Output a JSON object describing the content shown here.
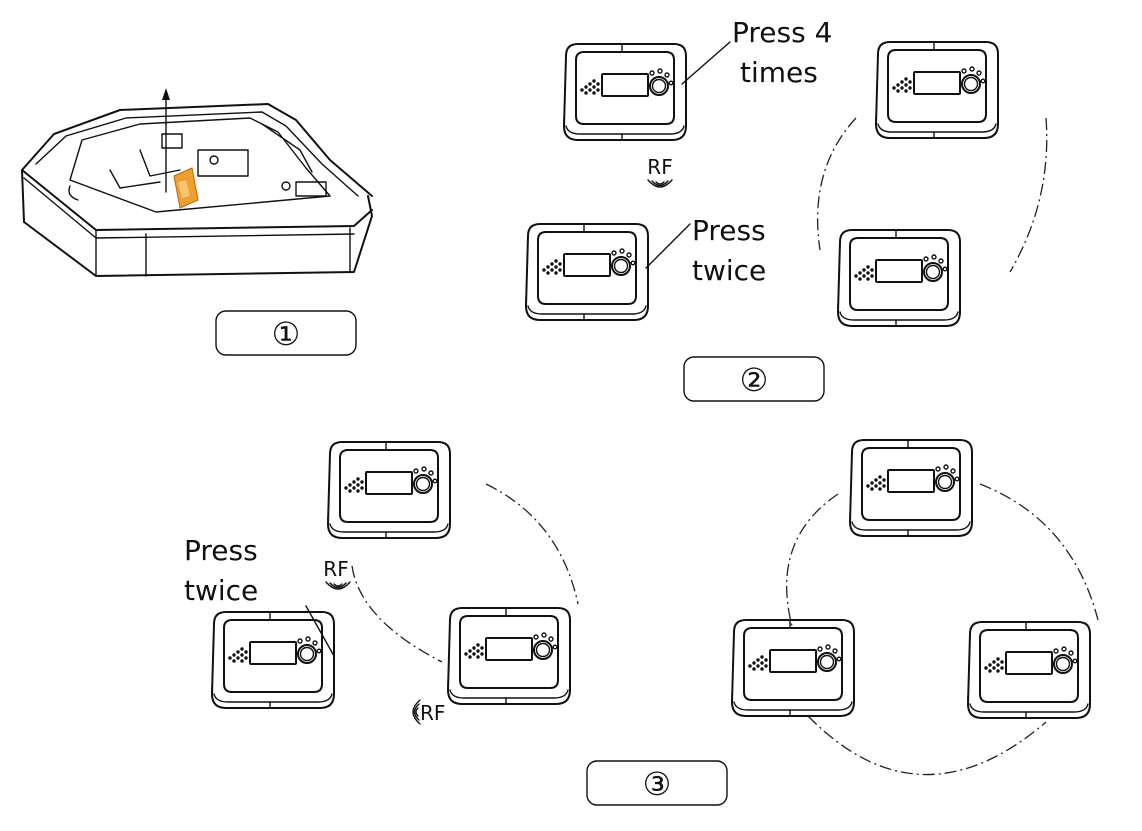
{
  "step_labels": {
    "step1": "①",
    "step2": "②",
    "step3": "③"
  },
  "callouts": {
    "press_4_times_line1": "Press 4",
    "press_4_times_line2": "times",
    "press_twice_top_line1": "Press",
    "press_twice_top_line2": "twice",
    "press_twice_bottom_line1": "Press",
    "press_twice_bottom_line2": "twice"
  },
  "rf_labels": {
    "rf_step2": "RF",
    "rf_step3_upper": "RF",
    "rf_step3_lower": "RF"
  },
  "colors": {
    "line": "#111111",
    "sim_card": "#f0a030"
  }
}
